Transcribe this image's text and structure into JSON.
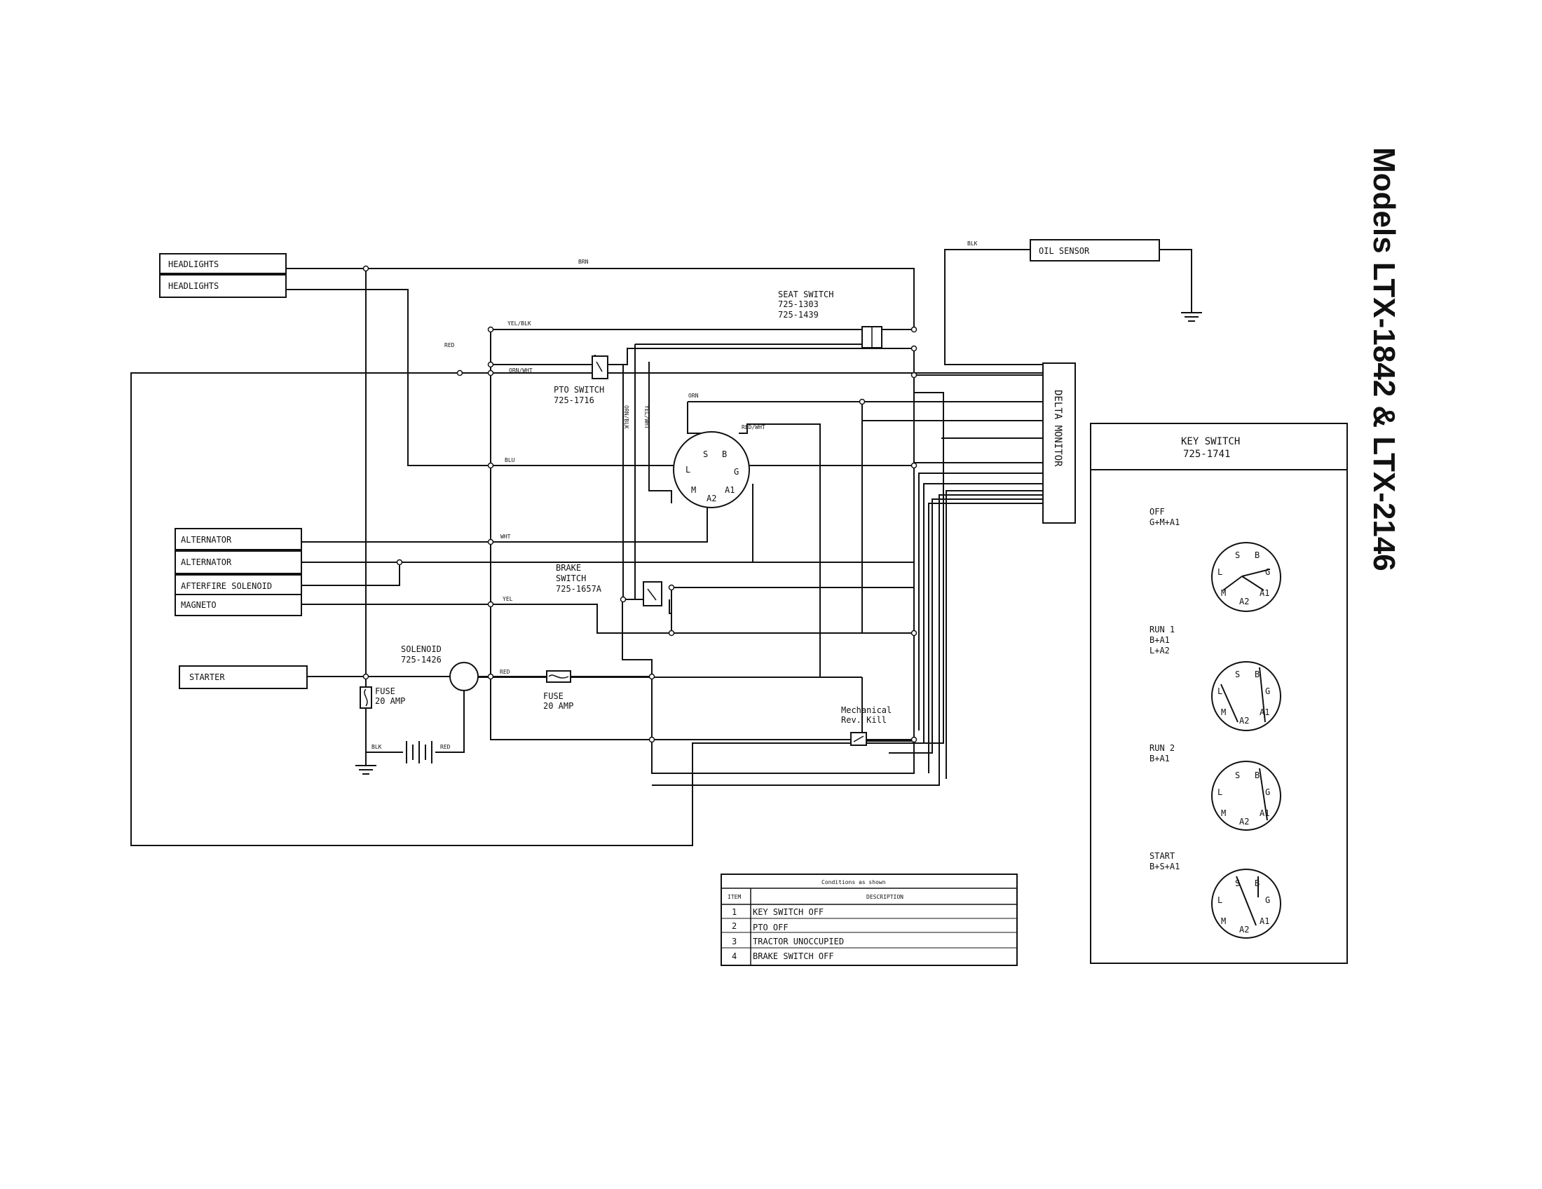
{
  "title": "Models LTX-1842 & LTX-2146",
  "components": {
    "headlights_1": "HEADLIGHTS",
    "headlights_2": "HEADLIGHTS",
    "alternator_1": "ALTERNATOR",
    "alternator_2": "ALTERNATOR",
    "afterfire_solenoid": "AFTERFIRE SOLENOID",
    "magneto": "MAGNETO",
    "starter": "STARTER",
    "oil_sensor": "OIL SENSOR",
    "delta_monitor": "DELTA MONITOR",
    "seat_switch": {
      "name": "SEAT SWITCH",
      "part1": "725-1303",
      "part2": "725-1439"
    },
    "pto_switch": {
      "name": "PTO SWITCH",
      "part": "725-1716"
    },
    "brake_switch": {
      "name1": "BRAKE",
      "name2": "SWITCH",
      "part": "725-1657A"
    },
    "solenoid": {
      "name": "SOLENOID",
      "part": "725-1426"
    },
    "fuse_1": {
      "name": "FUSE",
      "rating": "20 AMP"
    },
    "fuse_2": {
      "name": "FUSE",
      "rating": "20 AMP"
    },
    "mech_kill": {
      "line1": "Mechanical",
      "line2": "Rev. Kill"
    }
  },
  "wire_labels": {
    "brn": "BRN",
    "blk_oil": "BLK",
    "yel_blk": "YEL/BLK",
    "red_top": "RED",
    "orn_wht": "ORN/WHT",
    "orn": "ORN",
    "red_wht": "RED/WHT",
    "orn_blk": "ORN/BLK",
    "yel_wht": "YEL/WHT",
    "blu": "BLU",
    "wht": "WHT",
    "yel": "YEL",
    "red_solenoid": "RED",
    "blk_batt": "BLK",
    "red_batt": "RED"
  },
  "ignition_terminals": [
    "S",
    "B",
    "L",
    "G",
    "M",
    "A2",
    "A1"
  ],
  "key_switch": {
    "title": "KEY SWITCH",
    "part": "725-1741",
    "positions": [
      {
        "name": "OFF",
        "circuits": [
          "G+M+A1"
        ]
      },
      {
        "name": "RUN 1",
        "circuits": [
          "B+A1",
          "L+A2"
        ]
      },
      {
        "name": "RUN 2",
        "circuits": [
          "B+A1"
        ]
      },
      {
        "name": "START",
        "circuits": [
          "B+S+A1"
        ]
      }
    ],
    "terminals": [
      "S",
      "B",
      "L",
      "G",
      "M",
      "A2",
      "A1"
    ]
  },
  "conditions_table": {
    "title": "Conditions as shown",
    "headers": [
      "ITEM",
      "DESCRIPTION"
    ],
    "rows": [
      {
        "item": "1",
        "description": "KEY SWITCH OFF"
      },
      {
        "item": "2",
        "description": "PTO OFF"
      },
      {
        "item": "3",
        "description": "TRACTOR UNOCCUPIED"
      },
      {
        "item": "4",
        "description": "BRAKE SWITCH OFF"
      }
    ]
  }
}
